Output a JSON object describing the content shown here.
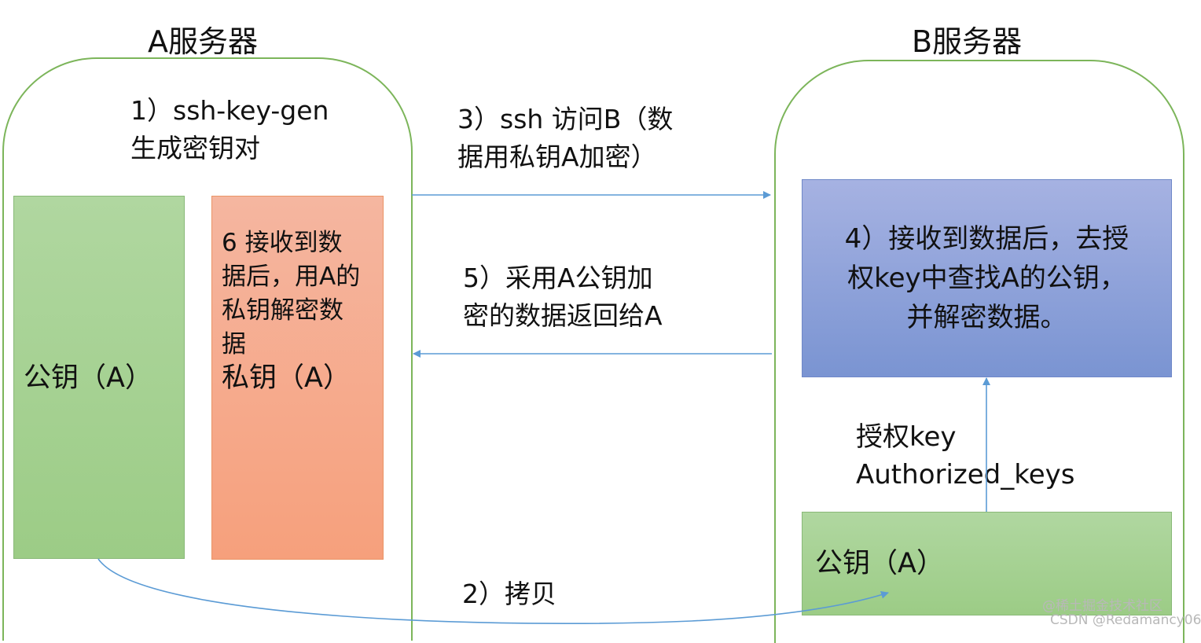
{
  "servers": {
    "a_title": "A服务器",
    "b_title": "B服务器"
  },
  "steps": {
    "step1": "1）ssh-key-gen\n生成密钥对",
    "step2": "2）拷贝",
    "step3": "3）ssh 访问B（数\n据用私钥A加密）",
    "step4": "4）接收到数据后，去授\n权key中查找A的公钥，\n并解密数据。",
    "step5": "5）采用A公钥加\n密的数据返回给A",
    "step6": "6 接收到数\n据后，用A的\n私钥解密数\n据"
  },
  "boxes": {
    "a_public_key": "公钥（A）",
    "a_private_key": "私钥（A）",
    "b_public_key": "公钥（A）"
  },
  "authorized": {
    "label": "授权key\nAuthorized_keys"
  },
  "watermark": {
    "line1": "@稀土掘金技术社区",
    "line2": "CSDN @Redamancy06"
  },
  "colors": {
    "server_border": "#7cb55a",
    "arrow": "#5b9bd5",
    "green_box": "#a8d08d",
    "orange_box": "#f4a582",
    "blue_box": "#8ea2dc"
  }
}
